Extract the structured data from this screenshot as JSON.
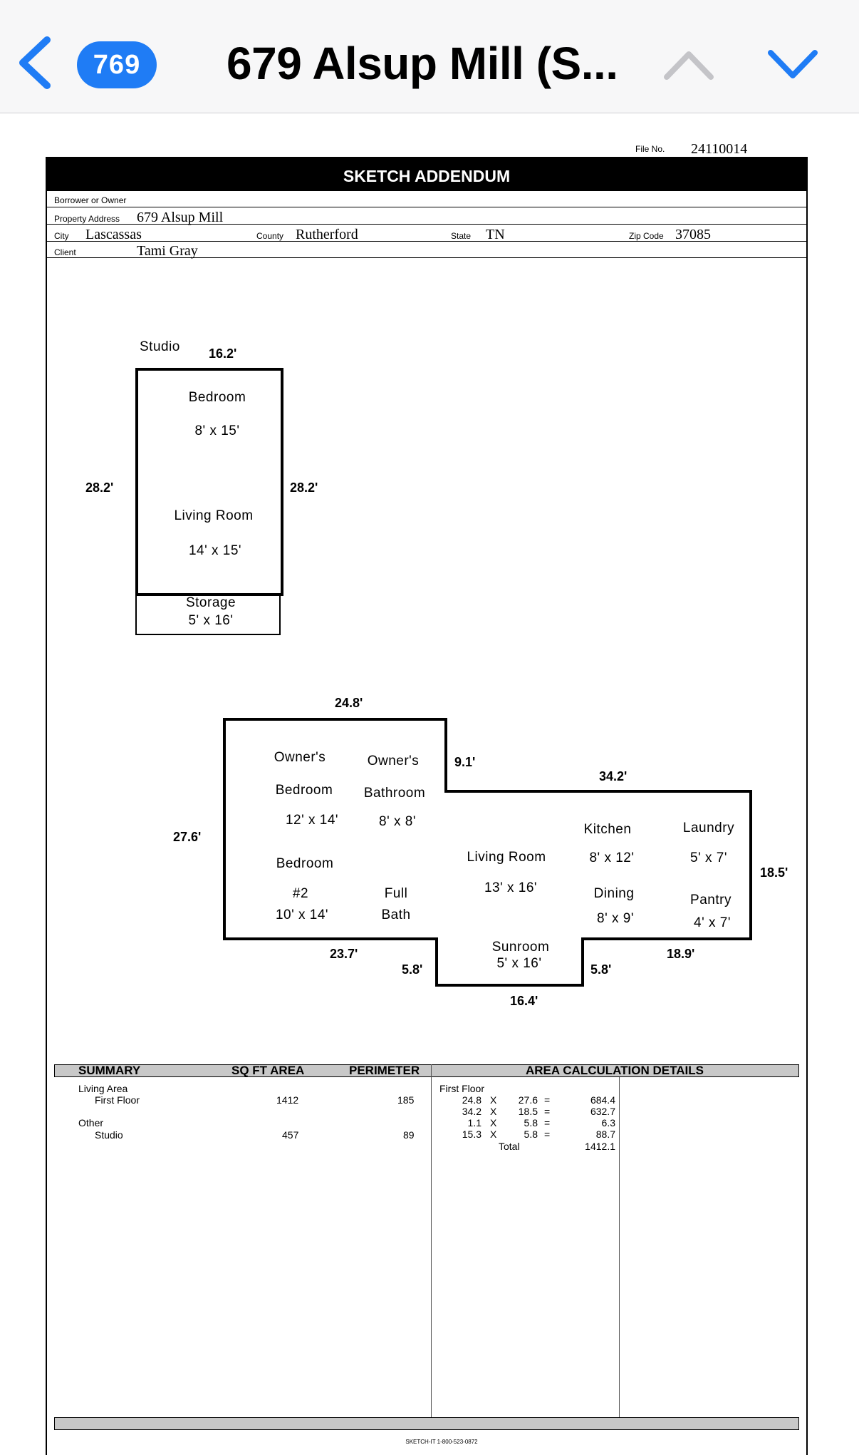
{
  "nav": {
    "badge": "769",
    "title": "679 Alsup Mill (S..."
  },
  "form": {
    "file_no_label": "File No.",
    "file_no": "24110014",
    "heading": "SKETCH ADDENDUM",
    "borrower_label": "Borrower or Owner",
    "borrower": "",
    "property_label": "Property Address",
    "property": "679 Alsup Mill",
    "city_label": "City",
    "city": "Lascassas",
    "county_label": "County",
    "county": "Rutherford",
    "state_label": "State",
    "state": "TN",
    "zip_label": "Zip Code",
    "zip": "37085",
    "client_label": "Client",
    "client": "Tami Gray"
  },
  "studio": {
    "label": "Studio",
    "dims": {
      "top": "16.2'",
      "left": "28.2'",
      "right": "28.2'"
    },
    "rooms": [
      {
        "name": "Bedroom",
        "size": "8' x 15'"
      },
      {
        "name": "Living Room",
        "size": "14' x 15'"
      },
      {
        "name": "Storage",
        "size": "5' x 16'"
      }
    ]
  },
  "main_house": {
    "dims": {
      "top": "24.8'",
      "step": "9.1'",
      "upper_right": "34.2'",
      "left": "27.6'",
      "right": "18.5'",
      "bottom_left": "23.7'",
      "sun_left": "5.8'",
      "sun_right": "5.8'",
      "sun_bottom": "16.4'",
      "bottom_right": "18.9'"
    },
    "rooms": {
      "owners_bedroom": [
        "Owner's",
        "Bedroom",
        "12' x 14'"
      ],
      "owners_bathroom": [
        "Owner's",
        "Bathroom",
        "8' x 8'"
      ],
      "bedroom2": [
        "Bedroom",
        "#2",
        "10' x 14'"
      ],
      "full_bath": [
        "Full",
        "Bath"
      ],
      "living_room": [
        "Living Room",
        "13' x 16'"
      ],
      "kitchen": [
        "Kitchen",
        "8' x 12'"
      ],
      "laundry": [
        "Laundry",
        "5' x 7'"
      ],
      "dining": [
        "Dining",
        "8' x 9'"
      ],
      "pantry": [
        "Pantry",
        "4' x 7'"
      ],
      "sunroom": [
        "Sunroom",
        "5' x 16'"
      ]
    }
  },
  "summary": {
    "headers": [
      "SUMMARY",
      "SQ FT AREA",
      "PERIMETER",
      "AREA CALCULATION DETAILS"
    ],
    "living_area": "Living Area",
    "first_floor": {
      "label": "First Floor",
      "area": "1412",
      "perimeter": "185"
    },
    "other": "Other",
    "studio": {
      "label": "Studio",
      "area": "457",
      "perimeter": "89"
    },
    "calc_title": "First Floor",
    "calc_rows": [
      [
        "24.8",
        "X",
        "27.6",
        "=",
        "684.4"
      ],
      [
        "34.2",
        "X",
        "18.5",
        "=",
        "632.7"
      ],
      [
        "1.1",
        "X",
        "5.8",
        "=",
        "6.3"
      ],
      [
        "15.3",
        "X",
        "5.8",
        "=",
        "88.7"
      ]
    ],
    "total_label": "Total",
    "total": "1412.1"
  },
  "footer": "SKETCH-IT 1-800-523-0872",
  "colors": {
    "badge": "#1f7cf5",
    "nav_icon": "#1f7cf5",
    "disabled_icon": "#c4c4c8"
  }
}
